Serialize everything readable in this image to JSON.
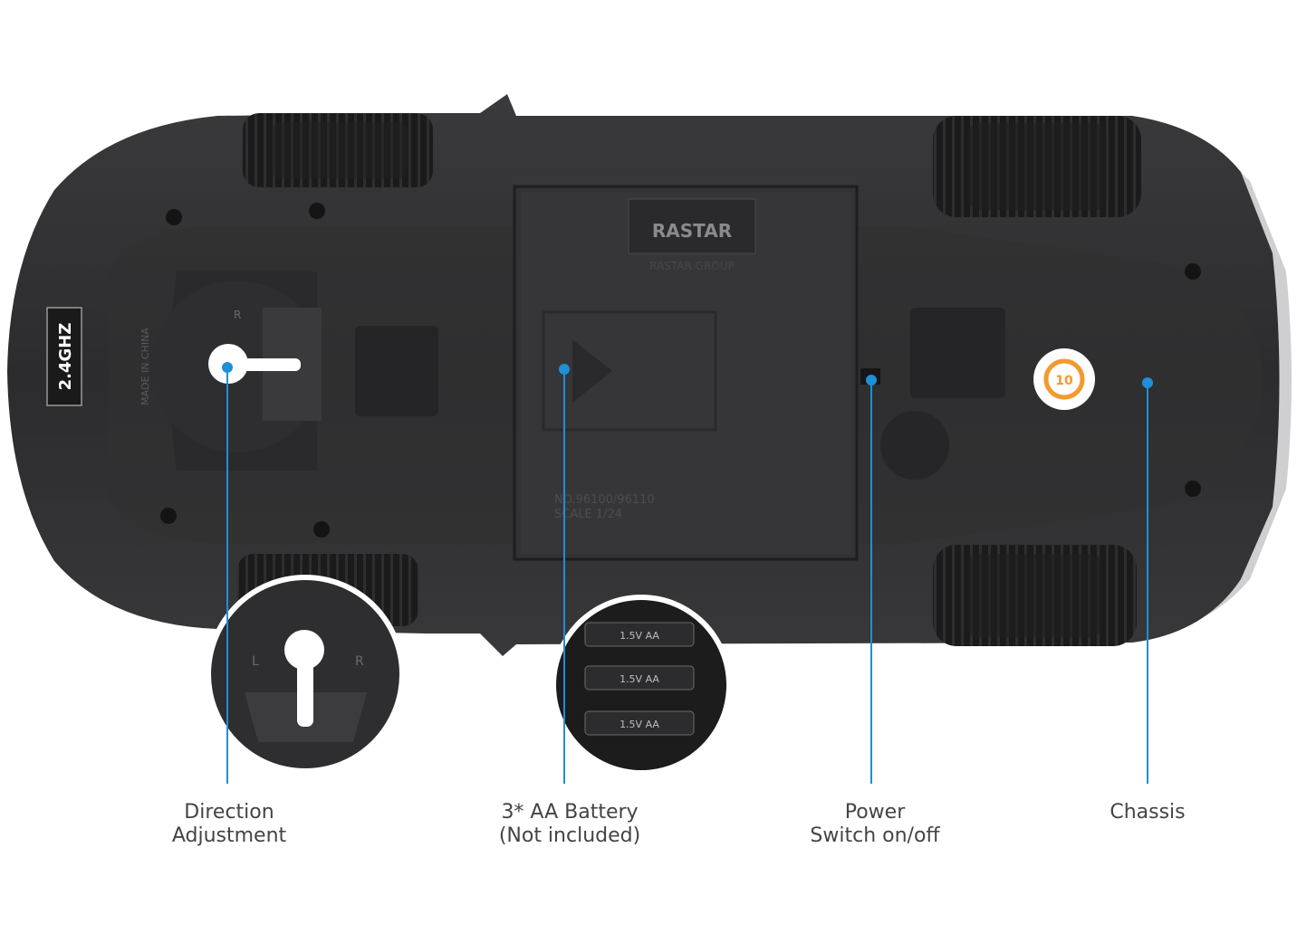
{
  "product": {
    "brand_badge": "RASTAR",
    "brand_sub": "RASTAR GROUP",
    "frequency_badge": "2.4GHZ",
    "made_in": "MADE IN CHINA",
    "eco_badge": "10",
    "lock_letters": {
      "left": "L",
      "right": "R"
    },
    "battery_cell_label": "1.5V AA",
    "model_code": "NO.96100/96110",
    "scale": "SCALE 1/24"
  },
  "callouts": [
    {
      "id": "direction",
      "line1": "Direction",
      "line2": "Adjustment"
    },
    {
      "id": "battery",
      "line1": "3* AA Battery",
      "line2": "(Not included)"
    },
    {
      "id": "power",
      "line1": "Power",
      "line2": "Switch on/off"
    },
    {
      "id": "chassis",
      "line1": "Chassis",
      "line2": ""
    }
  ],
  "colors": {
    "body": "#2b2b2d",
    "panel": "#353537",
    "tire": "#1a1a1a",
    "callout_line": "#1f8fd6",
    "label_text": "#444444"
  }
}
